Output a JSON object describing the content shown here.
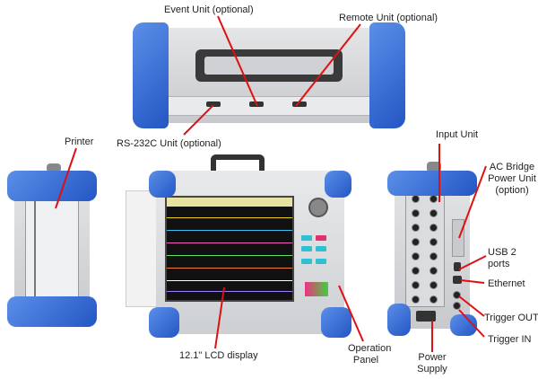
{
  "labels": {
    "event_unit": "Event Unit (optional)",
    "remote_unit": "Remote Unit (optional)",
    "rs232c_unit": "RS-232C Unit (optional)",
    "printer": "Printer",
    "lcd_display": "12.1\" LCD display",
    "operation_panel": "Operation Panel",
    "input_unit": "Input Unit",
    "ac_bridge": "AC Bridge Power Unit (option)",
    "usb": "USB 2 ports",
    "ethernet": "Ethernet",
    "trigger_out": "Trigger OUT",
    "trigger_in": "Trigger IN",
    "power_supply": "Power Supply"
  },
  "colors": {
    "bumper": "#2f66d4",
    "leader_line": "#e01010",
    "body": "#d6d8db"
  }
}
